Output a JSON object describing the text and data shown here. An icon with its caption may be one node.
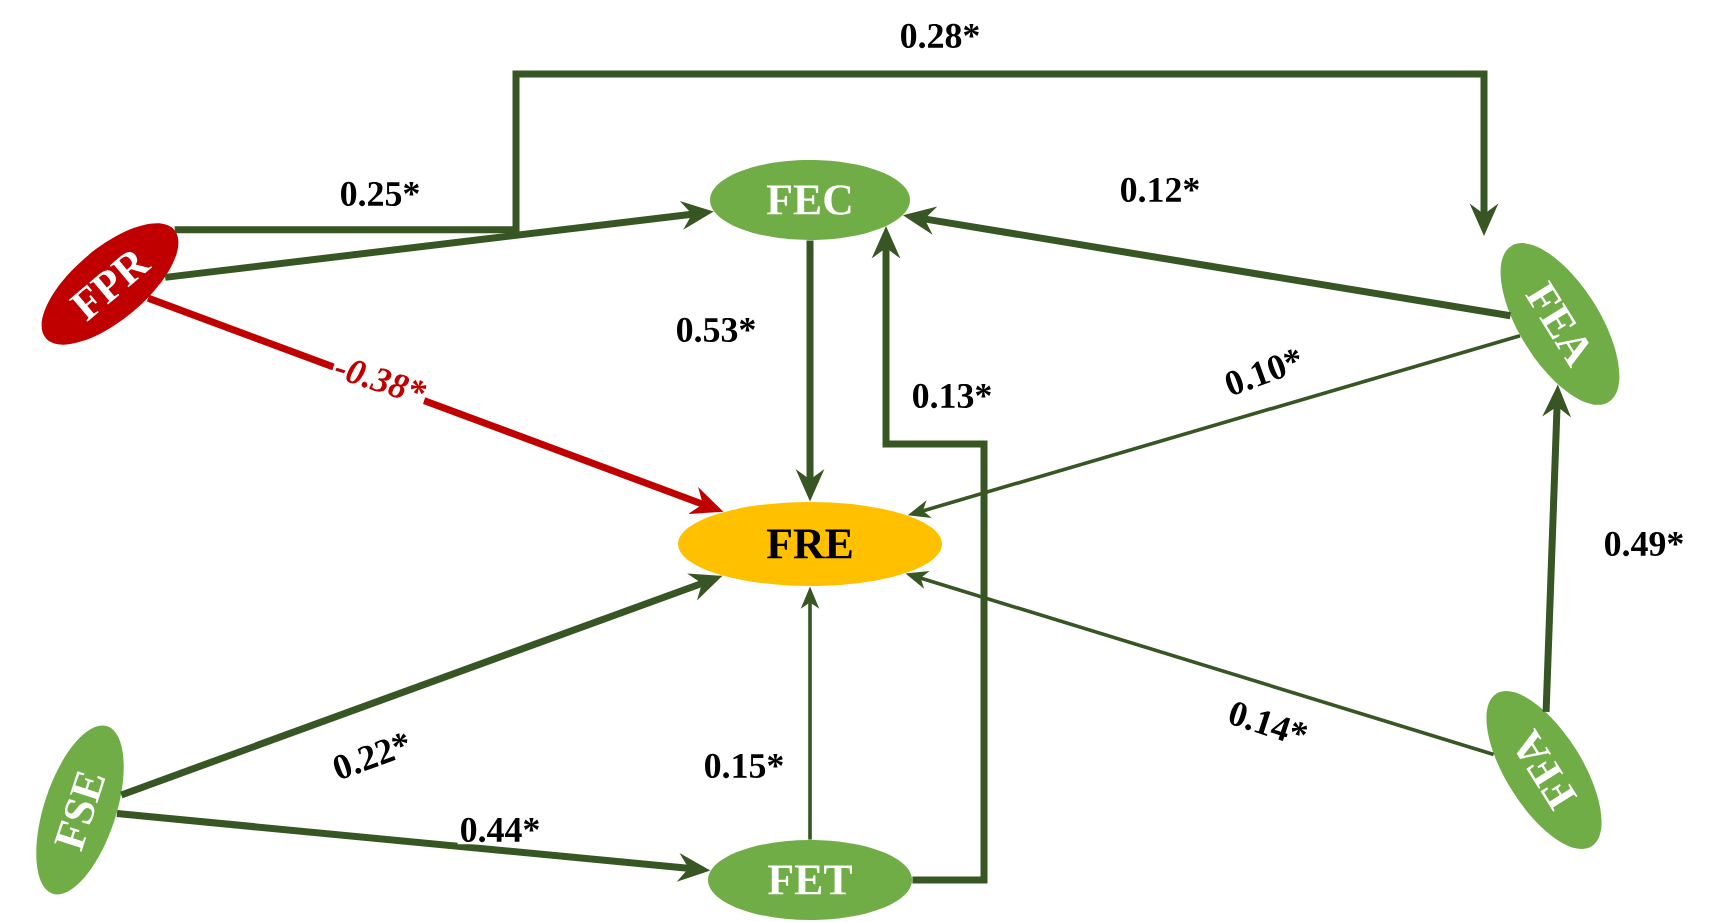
{
  "diagram": {
    "nodes": [
      {
        "text": [
          "FPR"
        ]
      },
      {
        "text": [
          "FEC"
        ]
      },
      {
        "text": [
          "FEA"
        ]
      },
      {
        "text": [
          "FRE"
        ]
      },
      {
        "text": [
          "FSE"
        ]
      },
      {
        "text": [
          "FET"
        ]
      },
      {
        "text": [
          "FFA"
        ]
      }
    ],
    "edges": [
      {
        "from": 0,
        "to": 1,
        "arrow": "to",
        "label": "0.25*"
      },
      {
        "from": 0,
        "to": 2,
        "arrow": "to",
        "label": "0.28*"
      },
      {
        "from": 0,
        "to": 3,
        "arrow": "to",
        "label": "-0.38*",
        "color": "#c00000"
      },
      {
        "from": 2,
        "to": 1,
        "arrow": "to",
        "label": "0.12*"
      },
      {
        "from": 1,
        "to": 3,
        "arrow": "to",
        "label": "0.53*"
      },
      {
        "from": 5,
        "to": 1,
        "arrow": "to",
        "label": "0.13*"
      },
      {
        "from": 2,
        "to": 3,
        "arrow": "to",
        "label": "0.10*"
      },
      {
        "from": 4,
        "to": 3,
        "arrow": "to",
        "label": "0.22*"
      },
      {
        "from": 4,
        "to": 5,
        "arrow": "to",
        "label": "0.44*"
      },
      {
        "from": 5,
        "to": 3,
        "arrow": "to",
        "label": "0.15*"
      },
      {
        "from": 6,
        "to": 3,
        "arrow": "to",
        "label": "0.14*"
      },
      {
        "from": 6,
        "to": 2,
        "arrow": "to",
        "label": "0.49*"
      }
    ]
  }
}
